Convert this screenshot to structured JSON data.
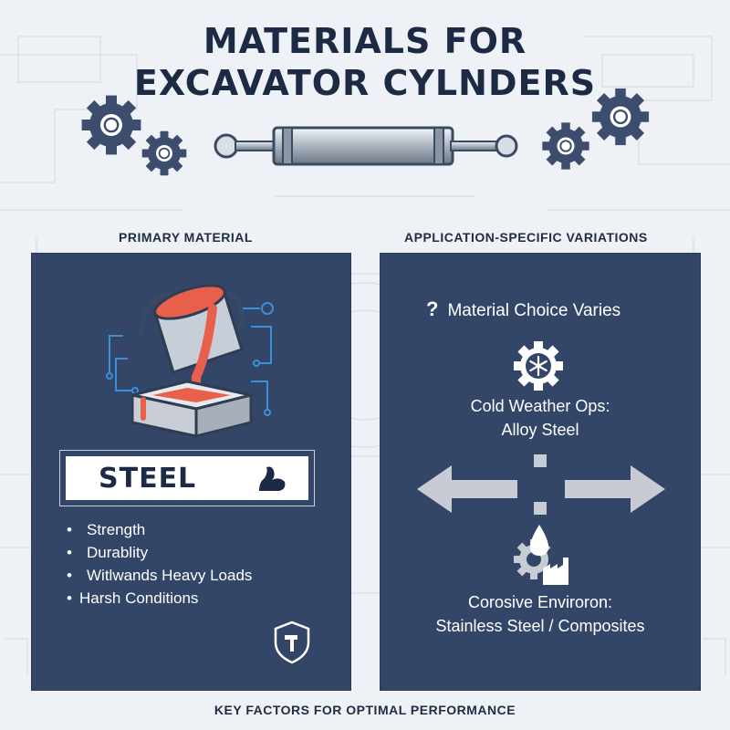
{
  "title_line1": "MATERIALS FOR",
  "title_line2": "EXCAVATOR CYLNDERS",
  "left_panel": {
    "label": "PRIMARY MATERIAL",
    "material": "STEEL",
    "bullets": [
      "Strength",
      "Durablity",
      "Witlwands Heavy Loads",
      "Harsh Conditions"
    ]
  },
  "right_panel": {
    "label": "APPLICATION-SPECIFIC VARIATIONS",
    "heading_icon": "?",
    "heading": "Material Choice Varies",
    "cold_line1": "Cold Weather Ops:",
    "cold_line2": "Alloy Steel",
    "corrosive_line1": "Corosive Enviroron:",
    "corrosive_line2": "Stainless Steel / Composites"
  },
  "footer": "KEY FACTORS FOR OPTIMAL PERFORMANCE",
  "colors": {
    "navy_panel": "#344668",
    "title": "#1c2a44",
    "molten": "#e8604c",
    "accent_blue": "#3a8fd8"
  },
  "icons": [
    "gear-icon",
    "hydraulic-cylinder-icon",
    "crucible-icon",
    "mold-icon",
    "muscle-icon",
    "shield-hammer-icon",
    "snowflake-gear-icon",
    "double-arrow-icon",
    "drop-gear-icon",
    "factory-icon"
  ]
}
